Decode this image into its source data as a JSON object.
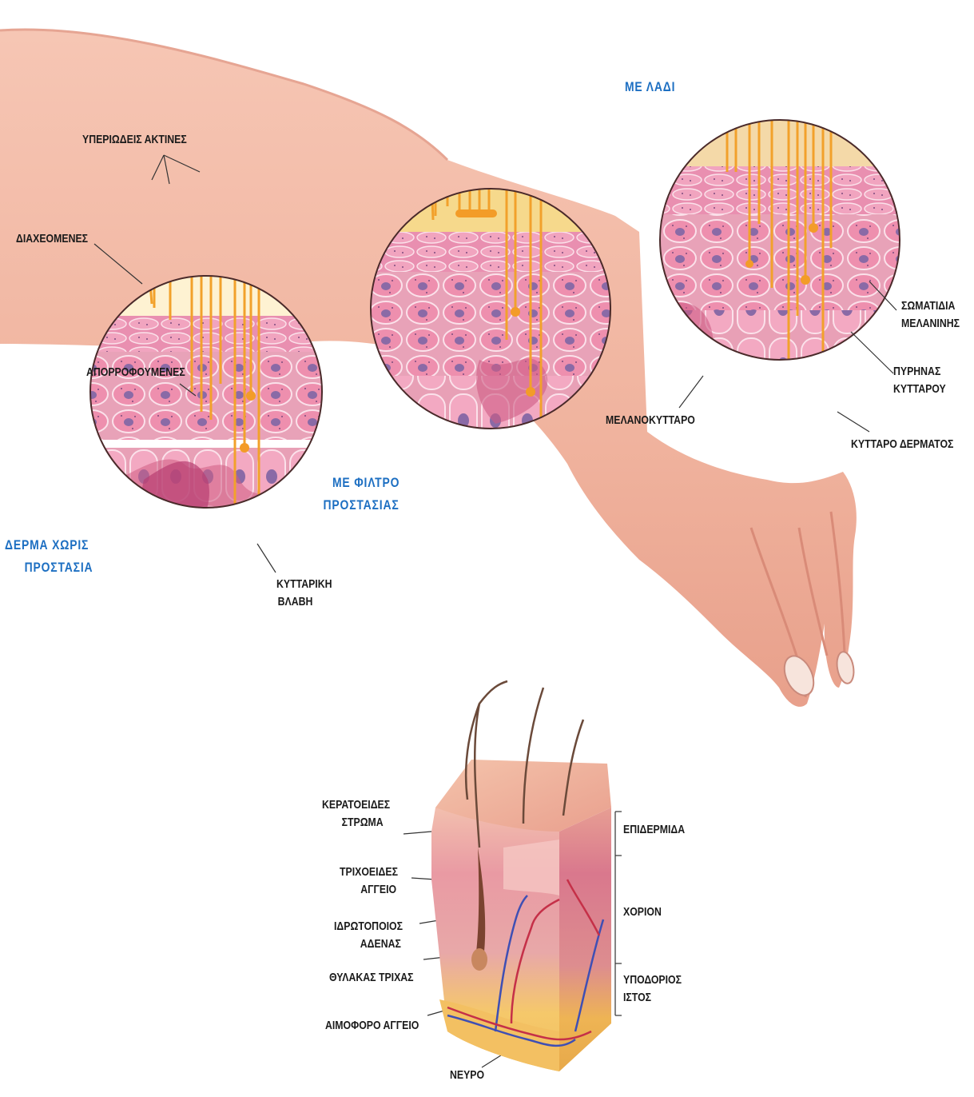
{
  "colors": {
    "skin": "#f2b9a6",
    "skin_shadow": "#e79a86",
    "tissue": "#e7a0b6",
    "tissue_dark": "#c75e86",
    "cell_line": "#fbe1ea",
    "nucleus": "#8a6aa6",
    "ray": "#f2a12b",
    "sky": "#fdf1cf",
    "filter": "#f6d98c",
    "oil": "#f4d9a8",
    "fat": "#f3c45a",
    "blue_label": "#1d6fc2"
  },
  "labels": {
    "uv_rays": "ΥΠΕΡΙΩΔΕΙΣ ΑΚΤΙΝΕΣ",
    "scattered": "ΔΙΑΧΕΟΜΕΝΕΣ",
    "absorbed": "ΑΠΟΡΡΟΦΟΥΜΕΝΕΣ",
    "no_protection_1": "ΔΕΡΜΑ ΧΩΡΙΣ",
    "no_protection_2": "ΠΡΟΣΤΑΣΙΑ",
    "cell_damage_1": "ΚΥΤΤΑΡΙΚΗ",
    "cell_damage_2": "ΒΛΑΒΗ",
    "with_filter_1": "ΜΕ ΦΙΛΤΡΟ",
    "with_filter_2": "ΠΡΟΣΤΑΣΙΑΣ",
    "with_oil": "ΜΕ ΛΑΔΙ",
    "melanin_1": "ΣΩΜΑΤΙΔΙΑ",
    "melanin_2": "ΜΕΛΑΝΙΝΗΣ",
    "nucleus_1": "ΠΥΡΗΝΑΣ",
    "nucleus_2": "ΚΥΤΤΑΡΟΥ",
    "skin_cell": "ΚΥΤΤΑΡΟ ΔΕΡΜΑΤΟΣ",
    "melanocyte": "ΜΕΛΑΝΟΚΥΤΤΑΡΟ",
    "horny_1": "ΚΕΡΑΤΟΕΙΔΕΣ",
    "horny_2": "ΣΤΡΩΜΑ",
    "capillary_1": "ΤΡΙΧΟΕΙΔΕΣ",
    "capillary_2": "ΑΓΓΕΙΟ",
    "sweat_1": "ΙΔΡΩΤΟΠΟΙΟΣ",
    "sweat_2": "ΑΔΕΝΑΣ",
    "follicle": "ΘΥΛΑΚΑΣ ΤΡΙΧΑΣ",
    "blood_vessel": "ΑΙΜΟΦΟΡΟ ΑΓΓΕΙΟ",
    "nerve": "ΝΕΥΡΟ",
    "epidermis": "ΕΠΙΔΕΡΜΙΔΑ",
    "dermis": "ΧΟΡΙΟΝ",
    "subcutaneous_1": "ΥΠΟΔΟΡΙΟΣ",
    "subcutaneous_2": "ΙΣΤΟΣ"
  }
}
